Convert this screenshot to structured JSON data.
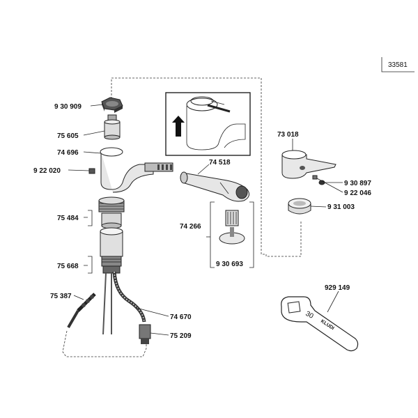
{
  "document_number": "33581",
  "parts": [
    {
      "id": "p-930909",
      "label": "9 30 909",
      "icon": "cartridge-nut-icon"
    },
    {
      "id": "p-75605",
      "label": "75 605",
      "icon": "ceramic-cartridge-icon"
    },
    {
      "id": "p-74696",
      "label": "74 696",
      "icon": "faucet-body-icon"
    },
    {
      "id": "p-922020",
      "label": "9 22 020",
      "icon": "set-screw-icon"
    },
    {
      "id": "p-74518",
      "label": "74 518",
      "icon": "pull-out-spray-icon"
    },
    {
      "id": "p-73018",
      "label": "73 018",
      "icon": "lever-handle-icon"
    },
    {
      "id": "p-930897",
      "label": "9 30 897",
      "icon": "cap-icon"
    },
    {
      "id": "p-922046",
      "label": "9 22 046",
      "icon": "grub-screw-icon"
    },
    {
      "id": "p-931003",
      "label": "9 31 003",
      "icon": "cover-ring-icon"
    },
    {
      "id": "p-75484",
      "label": "75 484",
      "icon": "threaded-shank-icon"
    },
    {
      "id": "p-74266",
      "label": "74 266",
      "icon": "aerator-icon"
    },
    {
      "id": "p-930693",
      "label": "9 30 693",
      "icon": "spray-disc-icon"
    },
    {
      "id": "p-75668",
      "label": "75 668",
      "icon": "mounting-set-icon"
    },
    {
      "id": "p-75387",
      "label": "75 387",
      "icon": "hose-weight-icon"
    },
    {
      "id": "p-74670",
      "label": "74 670",
      "icon": "braided-hose-icon"
    },
    {
      "id": "p-75209",
      "label": "75 209",
      "icon": "hose-connector-icon"
    },
    {
      "id": "p-929149",
      "label": "929 149",
      "icon": "wrench-icon"
    }
  ],
  "wrench": {
    "size_mark": "30",
    "brand_mark": "KLUDI"
  }
}
